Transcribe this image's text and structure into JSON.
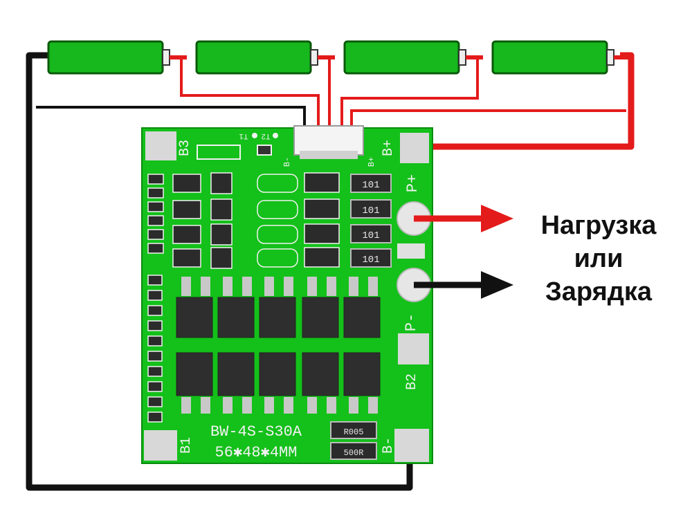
{
  "colors": {
    "cell_fill": "#16b81e",
    "cell_stroke": "#0a5a0a",
    "wire_red": "#e41b1b",
    "wire_black": "#111111",
    "pcb_green": "#14c01a",
    "pad_gray": "#d8d8d8",
    "chip_dark": "#2b2b2b",
    "silk_white": "#f2f2f2"
  },
  "batteries": [
    {
      "id": "cell-1"
    },
    {
      "id": "cell-2"
    },
    {
      "id": "cell-3"
    },
    {
      "id": "cell-4"
    }
  ],
  "board": {
    "model": "BW-4S-S30A",
    "size": "56✱48✱4MM",
    "pads": {
      "b_plus": "B+",
      "b_minus": "B-",
      "b1": "B1",
      "b2": "B2",
      "b3": "B3",
      "p_plus": "P+",
      "p_minus": "P-"
    },
    "connector_b_minus": "B-",
    "connector_b_plus": "B+",
    "thermistors": [
      "T1",
      "T2"
    ],
    "resistor_label": "101",
    "shunt_labels": [
      "R005",
      "500R"
    ]
  },
  "callout": {
    "line1": "Нагрузка",
    "line2": "или",
    "line3": "Зарядка"
  }
}
